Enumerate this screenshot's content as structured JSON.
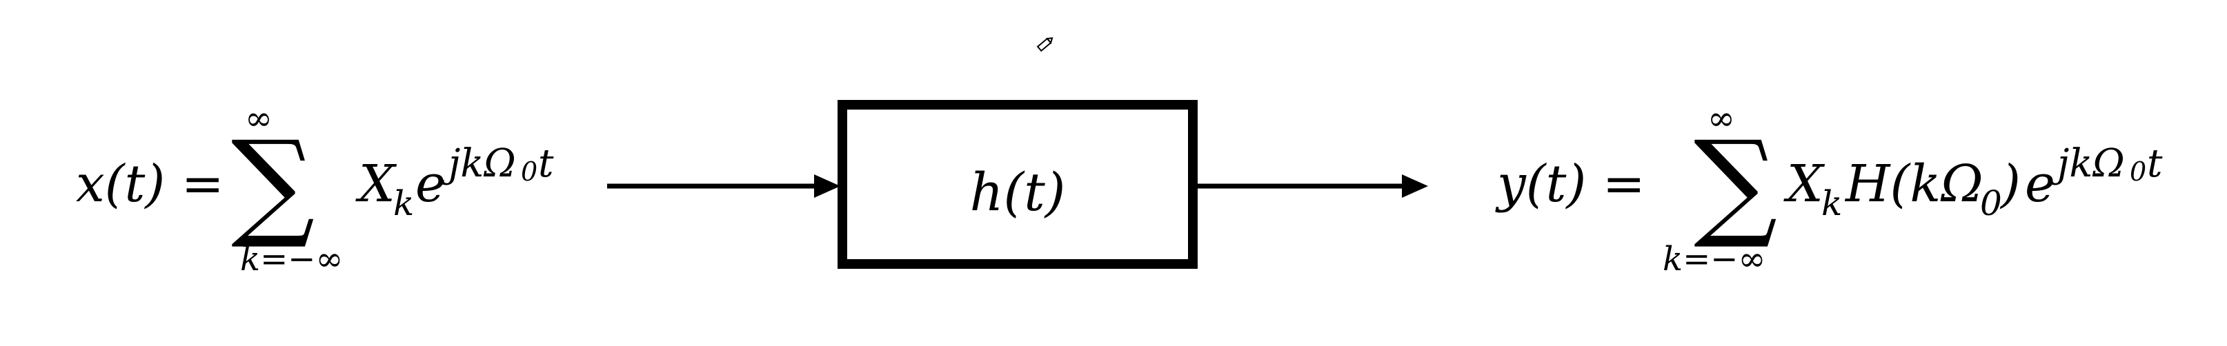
{
  "input_formula": {
    "lhs": "x(t) =",
    "sum_sign": "∑",
    "upper_limit": "∞",
    "lower_limit": "k=−∞",
    "coefficient": "X",
    "coefficient_subscript": "k",
    "exponential_base": "e",
    "exponent": "jkΩ",
    "exponent_subscript": "0",
    "exponent_tail": "t"
  },
  "system_block": {
    "label": "h(t)"
  },
  "output_formula": {
    "lhs": "y(t) =",
    "sum_sign": "∑",
    "upper_limit": "∞",
    "lower_limit": "k=−∞",
    "coefficient": "X",
    "coefficient_subscript": "k",
    "transfer": "H(kΩ",
    "transfer_subscript": "0",
    "transfer_close": ")",
    "exponential_base": "e",
    "exponent": "jkΩ",
    "exponent_subscript": "0",
    "exponent_tail": "t"
  },
  "icons": {
    "edit_marker": "pencil-icon"
  }
}
